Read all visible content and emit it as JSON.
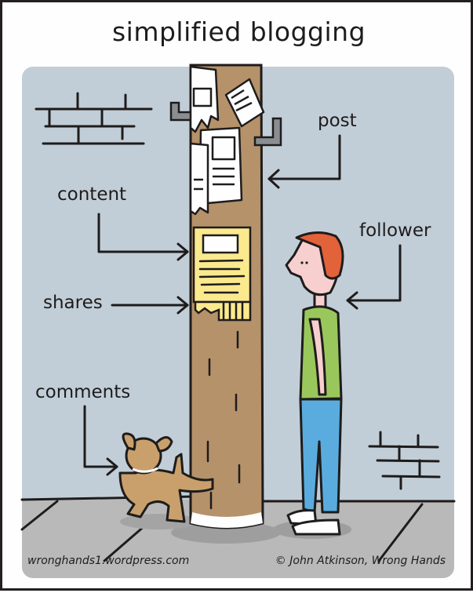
{
  "comic": {
    "title": "simplified blogging",
    "labels": {
      "post": "post",
      "content": "content",
      "shares": "shares",
      "follower": "follower",
      "comments": "comments"
    },
    "credits": {
      "website": "wronghands1.wordpress.com",
      "copyright": "© John Atkinson, Wrong Hands"
    },
    "colors": {
      "wall": "#c2ced7",
      "ground": "#b9b9b9",
      "pole": "#b5926a",
      "flyer": "#fbe98e",
      "hair": "#e2623a",
      "shirt": "#9ac75c",
      "jeans": "#5aacde",
      "skin": "#f8cfcf",
      "dog": "#c9a06c",
      "outline": "#1e1c1c"
    },
    "scene": [
      "telephone-pole",
      "torn-paper-flyers",
      "yellow-flyer-with-tear-off-tabs",
      "man-reading-flyer",
      "dog-peeing-on-pole",
      "brick-wall"
    ]
  }
}
